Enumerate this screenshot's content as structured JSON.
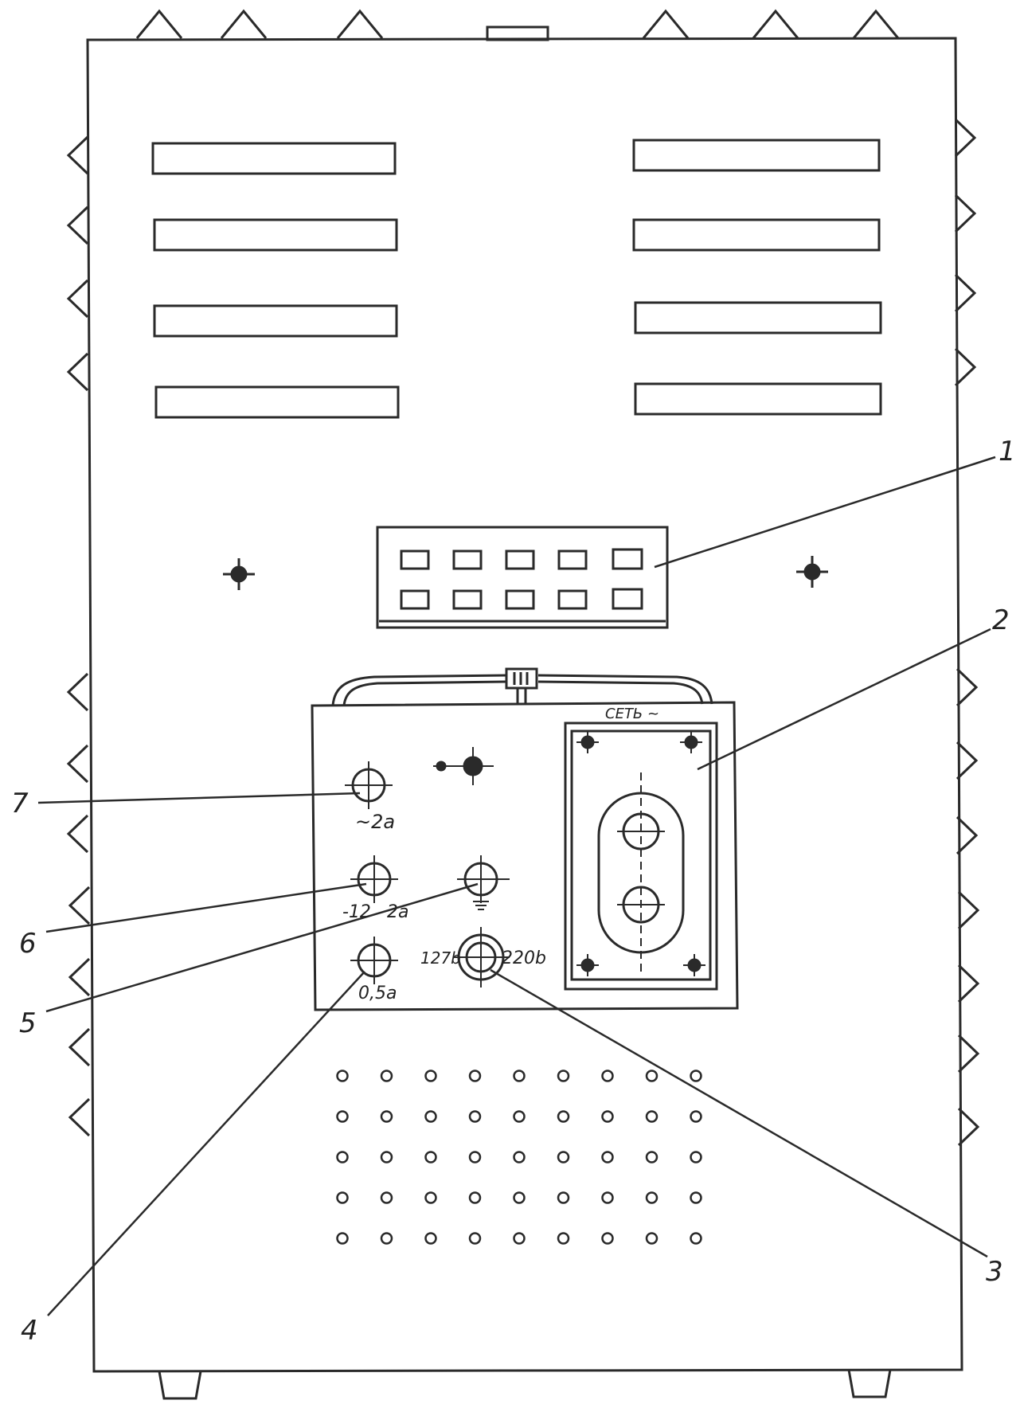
{
  "diagram": {
    "callouts": [
      {
        "id": "1",
        "label": "1"
      },
      {
        "id": "2",
        "label": "2"
      },
      {
        "id": "3",
        "label": "3"
      },
      {
        "id": "4",
        "label": "4"
      },
      {
        "id": "5",
        "label": "5"
      },
      {
        "id": "6",
        "label": "6"
      },
      {
        "id": "7",
        "label": "7"
      }
    ],
    "panel_labels": {
      "mains": "СЕТЬ ~",
      "ac_2a": "~2a",
      "minus12": "-12",
      "dc_2a": "2a",
      "fuse_05a": "0,5a",
      "v127": "127b",
      "v220": "220b"
    },
    "counts": {
      "vent_slots_per_side": 4,
      "fuse_rows": 2,
      "fuse_cols": 5,
      "grille_rows": 5,
      "grille_cols": 9
    },
    "colors": {
      "line": "#2a2a2a",
      "fill": "#ffffff"
    }
  }
}
